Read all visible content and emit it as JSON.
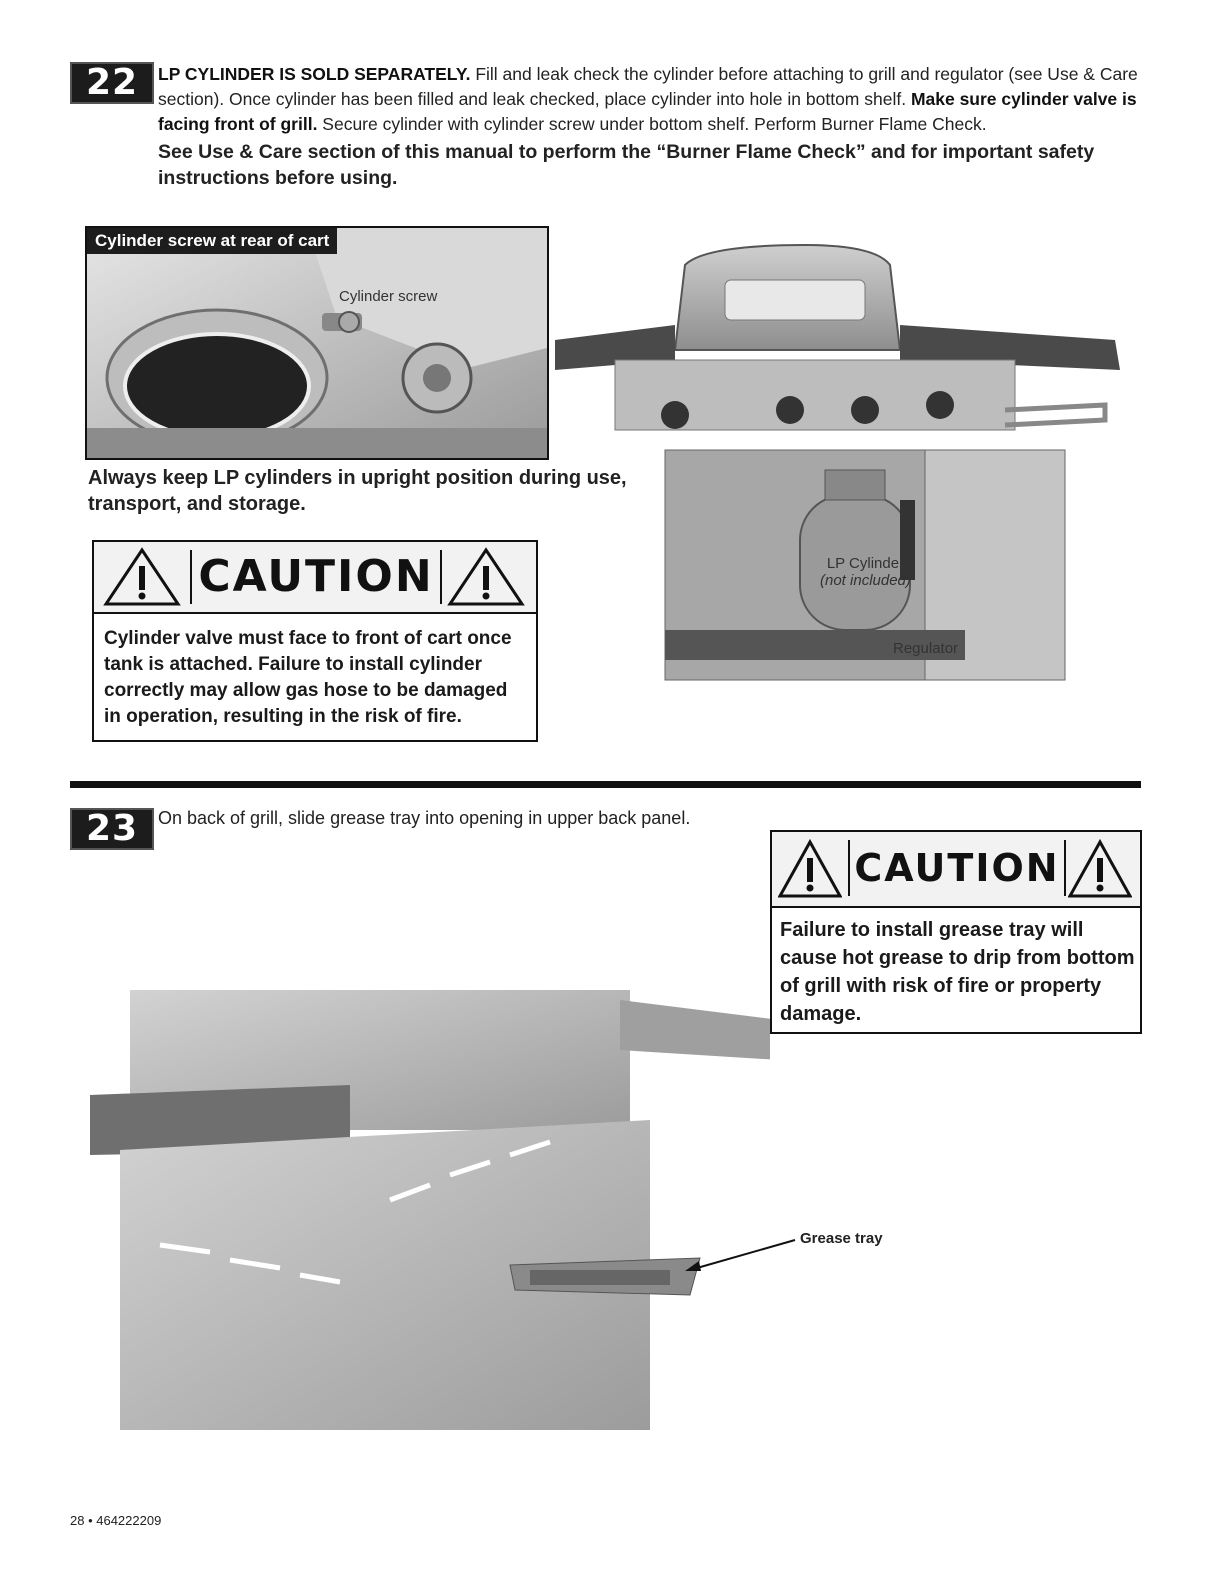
{
  "step22": {
    "number": "22",
    "lead": "LP CYLINDER IS SOLD SEPARATELY.",
    "text1": " Fill and leak check the cylinder before attaching to grill and regulator (see Use & Care section). Once cylinder has been filled and leak checked, place cylinder into hole in bottom shelf. ",
    "bold1": "Make sure cylinder valve is facing front of grill.",
    "text2": " Secure cylinder with cylinder screw under bottom shelf. Perform Burner Flame Check.",
    "warning": "See Use & Care section of this manual to perform the “Burner Flame Check” and for important safety instructions before using.",
    "inset_label": "Cylinder screw at rear of cart",
    "inset_callout": "Cylinder screw",
    "upright_note": "Always keep LP cylinders in upright position during use, transport, and storage.",
    "caution_title": "CAUTION",
    "caution_text": "Cylinder valve must face to front of cart once tank is attached. Failure to install cylinder correctly may allow gas hose to be damaged in operation, resulting in the risk of fire.",
    "lp_label_1": "LP Cylinder",
    "lp_label_2": "(not included)",
    "regulator_label": "Regulator"
  },
  "step23": {
    "number": "23",
    "text": "On back of grill, slide grease tray into opening in upper back panel.",
    "caution_title": "CAUTION",
    "caution_text": "Failure to install grease tray will cause hot grease to drip from bottom of grill with risk of fire or property damage.",
    "grease_label": "Grease tray"
  },
  "footer": "28 • 464222209"
}
